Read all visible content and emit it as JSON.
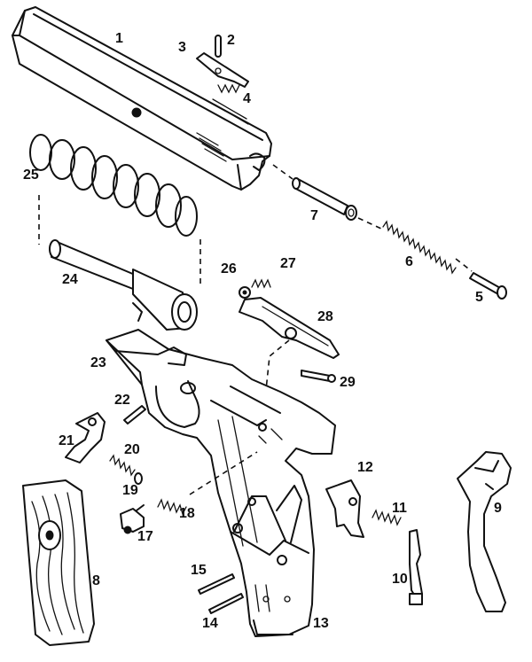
{
  "callouts": {
    "p1": "1",
    "p2": "2",
    "p3": "3",
    "p4": "4",
    "p5": "5",
    "p6": "6",
    "p7": "7",
    "p8": "8",
    "p9": "9",
    "p10": "10",
    "p11": "11",
    "p12": "12",
    "p13": "13",
    "p14": "14",
    "p15": "15",
    "p16": "",
    "p17": "17",
    "p18": "18",
    "p19": "19",
    "p20": "20",
    "p21": "21",
    "p22": "22",
    "p23": "23",
    "p24": "24",
    "p25": "25",
    "p26": "26",
    "p27": "27",
    "p28": "28",
    "p29": "29"
  },
  "colors": {
    "ink": "#111111",
    "paper": "#ffffff"
  }
}
